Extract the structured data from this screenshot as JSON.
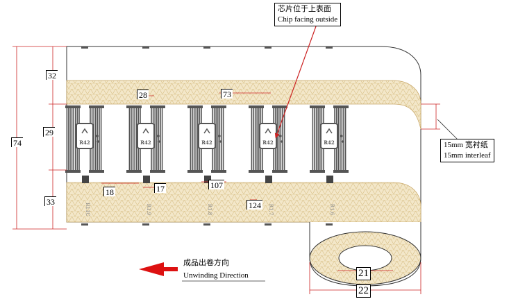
{
  "colors": {
    "band_fill": "#f3e7c9",
    "band_mesh": "#d8bf86",
    "line": "#333333",
    "dim_line": "#cc2222",
    "arrow": "#dd1111",
    "tag": "#555555"
  },
  "notes": {
    "chip_cn": "芯片位于上表面",
    "chip_en": "Chip facing outside",
    "interleaf_cn": "15mm 宽衬纸",
    "interleaf_en": "15mm interleaf",
    "unwind_cn": "成品出卷方向",
    "unwind_en": "Unwinding Direction"
  },
  "dimensions": {
    "total_height": "74",
    "top_margin": "32",
    "inlay_height": "29",
    "bottom_margin": "33",
    "inlay_width": "28",
    "pitch": "73",
    "gap": "18",
    "pad": "17",
    "offset": "107",
    "edge": "124",
    "core_inner": "21",
    "core_outer": "22"
  },
  "tags": [
    {
      "code": "R42",
      "serial": "R11C"
    },
    {
      "code": "R42",
      "serial": "R1.9"
    },
    {
      "code": "R42",
      "serial": "R1.8"
    },
    {
      "code": "R42",
      "serial": "R1.7"
    },
    {
      "code": "R42",
      "serial": "R1.6"
    }
  ]
}
